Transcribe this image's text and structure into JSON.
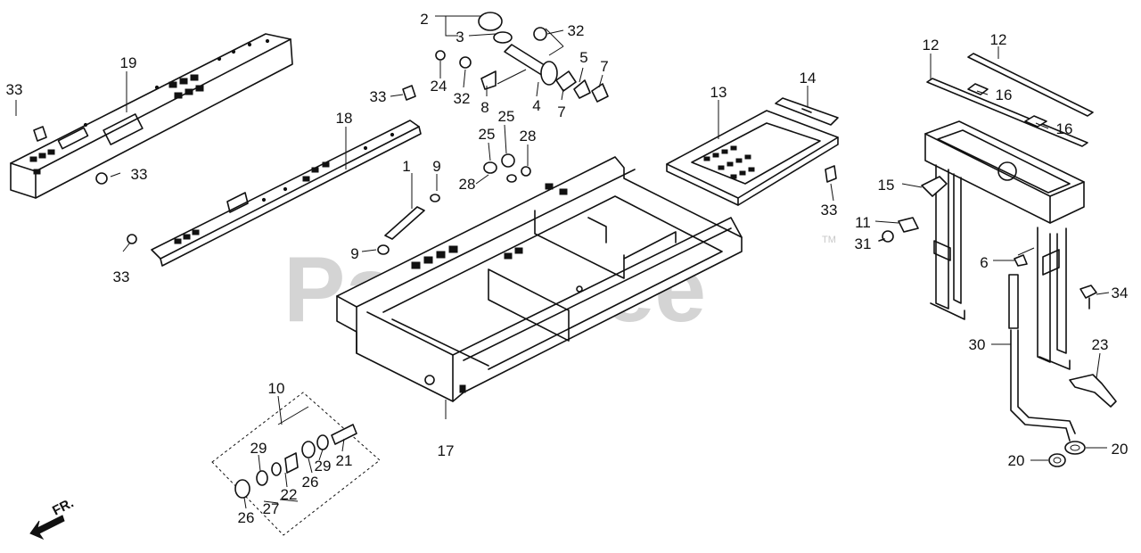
{
  "watermark": {
    "text": "PartsTree",
    "mark": "TM"
  },
  "direction": {
    "text": "FR.",
    "icon": "front-direction-arrow-icon"
  },
  "callouts": [
    "1",
    "2",
    "3",
    "4",
    "5",
    "6",
    "7",
    "7",
    "8",
    "9",
    "9",
    "10",
    "11",
    "12",
    "12",
    "13",
    "14",
    "15",
    "16",
    "16",
    "17",
    "18",
    "19",
    "20",
    "20",
    "21",
    "22",
    "23",
    "24",
    "25",
    "25",
    "26",
    "26",
    "27",
    "28",
    "28",
    "29",
    "29",
    "30",
    "31",
    "32",
    "32",
    "33",
    "33",
    "33",
    "33",
    "33",
    "34"
  ]
}
